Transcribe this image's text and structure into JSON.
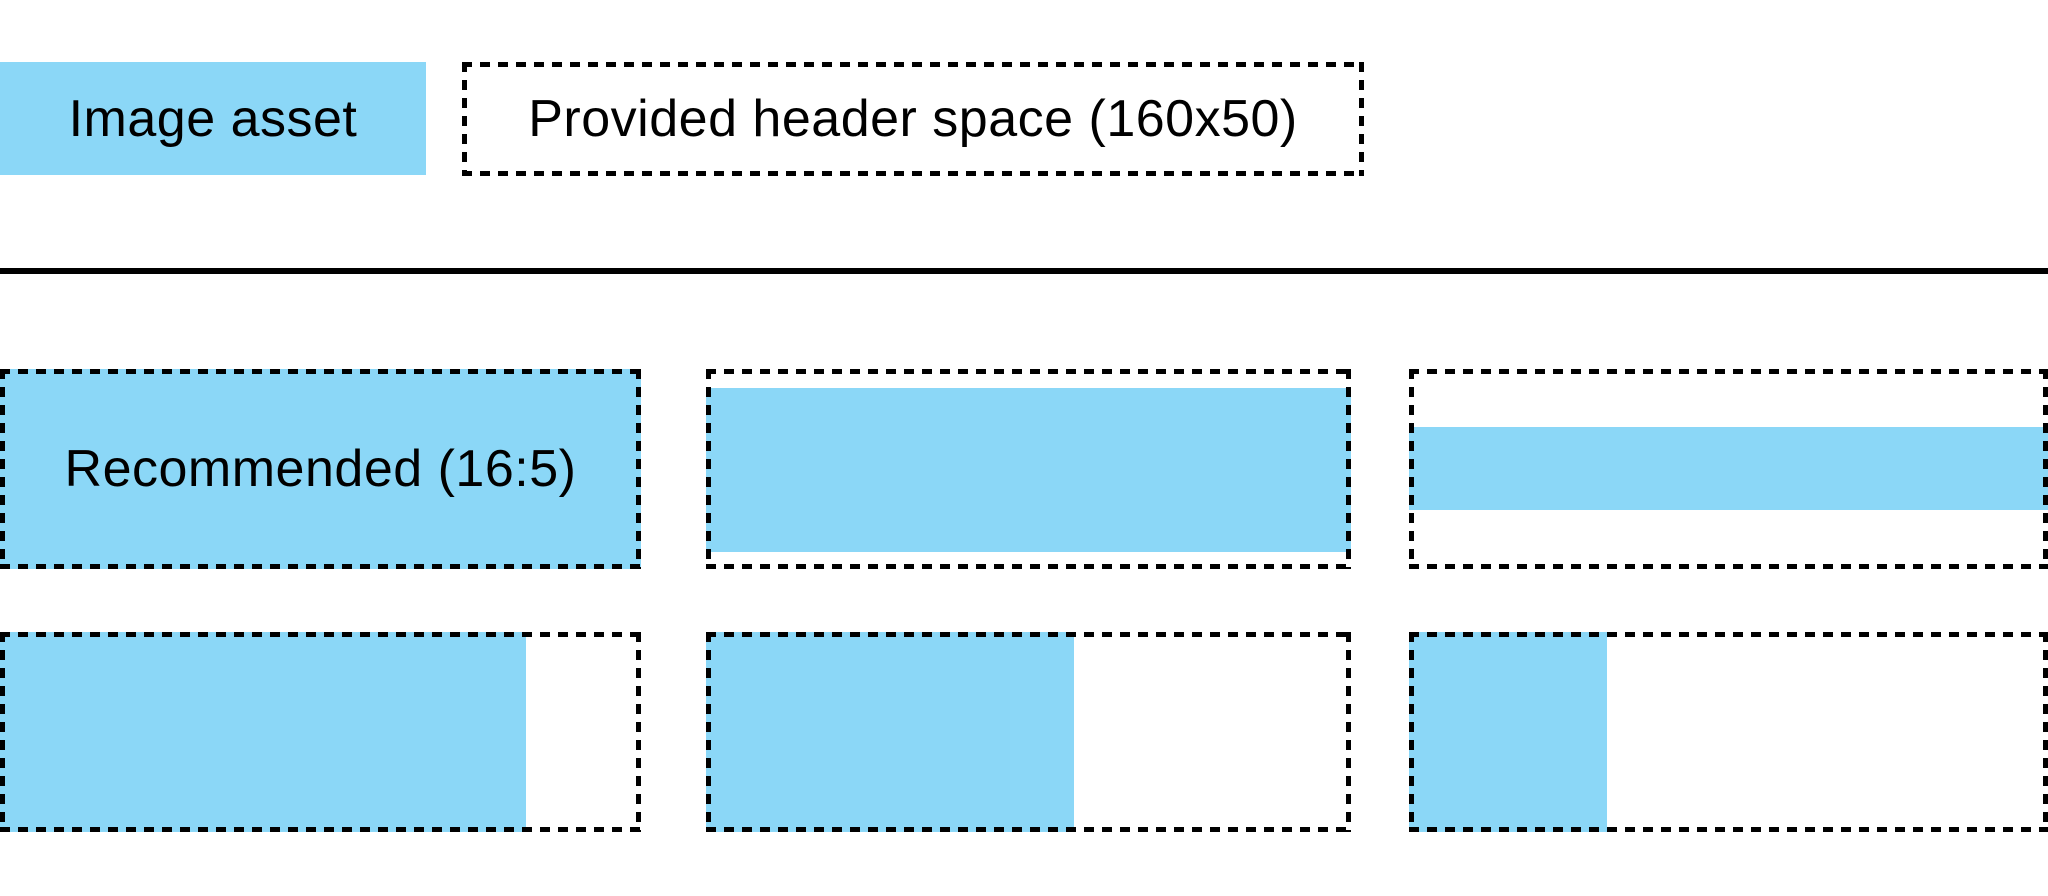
{
  "colors": {
    "asset_blue": "#8BD7F7",
    "border_black": "#000000",
    "background": "#FFFFFF"
  },
  "legend": {
    "image_asset_label": "Image asset",
    "header_space_label": "Provided header space (160x50)"
  },
  "examples": {
    "rows": [
      {
        "cells": [
          {
            "name": "recommended-16-5",
            "label": "Recommended (16:5)",
            "asset_fill": "fills entire provided header space"
          },
          {
            "name": "full-width-letterboxed",
            "label": "",
            "asset_fill": "full width, centered vertically with small gaps"
          },
          {
            "name": "full-width-thin-strip",
            "label": "",
            "asset_fill": "full width, thin strip centered vertically"
          }
        ]
      },
      {
        "cells": [
          {
            "name": "full-height-wide",
            "label": "",
            "asset_fill": "full height, ~82% width, left aligned"
          },
          {
            "name": "full-height-medium",
            "label": "",
            "asset_fill": "full height, ~57% width, left aligned"
          },
          {
            "name": "full-height-narrow",
            "label": "",
            "asset_fill": "full height, ~31% width, left aligned"
          }
        ]
      }
    ]
  }
}
